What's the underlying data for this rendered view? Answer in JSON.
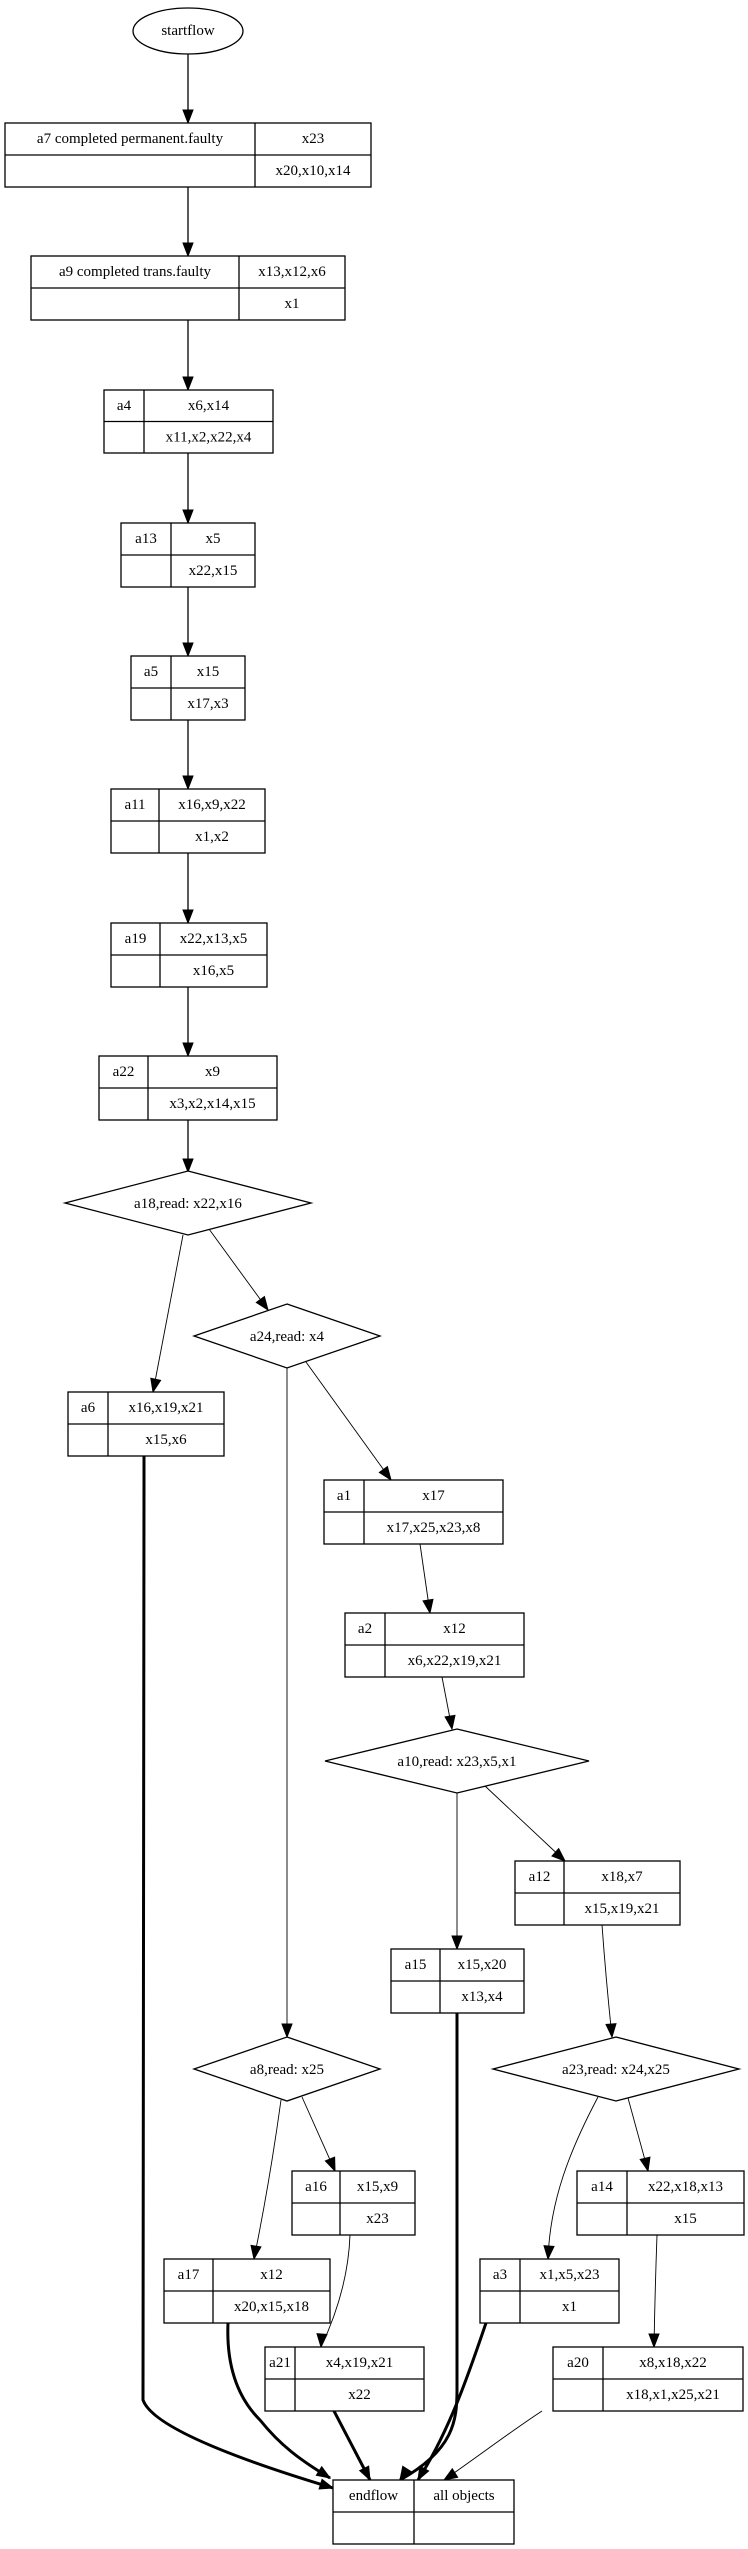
{
  "diagram": {
    "title": "",
    "nodes": [
      {
        "id": "startflow",
        "shape": "ellipse",
        "label": "startflow"
      },
      {
        "id": "a7",
        "shape": "record",
        "name": "a7  completed permanent.faulty",
        "top": "x23",
        "bottom": "x20,x10,x14"
      },
      {
        "id": "a9",
        "shape": "record",
        "name": "a9  completed trans.faulty",
        "top": "x13,x12,x6",
        "bottom": "x1"
      },
      {
        "id": "a4",
        "shape": "record",
        "name": "a4",
        "top": "x6,x14",
        "bottom": "x11,x2,x22,x4"
      },
      {
        "id": "a13",
        "shape": "record",
        "name": "a13",
        "top": "x5",
        "bottom": "x22,x15"
      },
      {
        "id": "a5",
        "shape": "record",
        "name": "a5",
        "top": "x15",
        "bottom": "x17,x3"
      },
      {
        "id": "a11",
        "shape": "record",
        "name": "a11",
        "top": "x16,x9,x22",
        "bottom": "x1,x2"
      },
      {
        "id": "a19",
        "shape": "record",
        "name": "a19",
        "top": "x22,x13,x5",
        "bottom": "x16,x5"
      },
      {
        "id": "a22",
        "shape": "record",
        "name": "a22",
        "top": "x9",
        "bottom": "x3,x2,x14,x15"
      },
      {
        "id": "a18",
        "shape": "diamond",
        "label": "a18,read: x22,x16"
      },
      {
        "id": "a24",
        "shape": "diamond",
        "label": "a24,read: x4"
      },
      {
        "id": "a6",
        "shape": "record",
        "name": "a6",
        "top": "x16,x19,x21",
        "bottom": "x15,x6"
      },
      {
        "id": "a1",
        "shape": "record",
        "name": "a1",
        "top": "x17",
        "bottom": "x17,x25,x23,x8"
      },
      {
        "id": "a2",
        "shape": "record",
        "name": "a2",
        "top": "x12",
        "bottom": "x6,x22,x19,x21"
      },
      {
        "id": "a10",
        "shape": "diamond",
        "label": "a10,read: x23,x5,x1"
      },
      {
        "id": "a12",
        "shape": "record",
        "name": "a12",
        "top": "x18,x7",
        "bottom": "x15,x19,x21"
      },
      {
        "id": "a15",
        "shape": "record",
        "name": "a15",
        "top": "x15,x20",
        "bottom": "x13,x4"
      },
      {
        "id": "a23",
        "shape": "diamond",
        "label": "a23,read: x24,x25"
      },
      {
        "id": "a8",
        "shape": "diamond",
        "label": "a8,read: x25"
      },
      {
        "id": "a16",
        "shape": "record",
        "name": "a16",
        "top": "x15,x9",
        "bottom": "x23"
      },
      {
        "id": "a14",
        "shape": "record",
        "name": "a14",
        "top": "x22,x18,x13",
        "bottom": "x15"
      },
      {
        "id": "a17",
        "shape": "record",
        "name": "a17",
        "top": "x12",
        "bottom": "x20,x15,x18"
      },
      {
        "id": "a3",
        "shape": "record",
        "name": "a3",
        "top": "x1,x5,x23",
        "bottom": "x1"
      },
      {
        "id": "a21",
        "shape": "record",
        "name": "a21",
        "top": "x4,x19,x21",
        "bottom": "x22"
      },
      {
        "id": "a20",
        "shape": "record",
        "name": "a20",
        "top": "x8,x18,x22",
        "bottom": "x18,x1,x25,x21"
      },
      {
        "id": "endflow",
        "shape": "record",
        "name": "endflow",
        "top": "all objects",
        "bottom": ""
      }
    ],
    "edges": [
      {
        "from": "startflow",
        "to": "a7",
        "style": "normal"
      },
      {
        "from": "a7",
        "to": "a9",
        "style": "normal"
      },
      {
        "from": "a9",
        "to": "a4",
        "style": "normal"
      },
      {
        "from": "a4",
        "to": "a13",
        "style": "normal"
      },
      {
        "from": "a13",
        "to": "a5",
        "style": "normal"
      },
      {
        "from": "a5",
        "to": "a11",
        "style": "normal"
      },
      {
        "from": "a11",
        "to": "a19",
        "style": "normal"
      },
      {
        "from": "a19",
        "to": "a22",
        "style": "normal"
      },
      {
        "from": "a22",
        "to": "a18",
        "style": "normal"
      },
      {
        "from": "a18",
        "to": "a6",
        "style": "thin"
      },
      {
        "from": "a18",
        "to": "a24",
        "style": "thin"
      },
      {
        "from": "a24",
        "to": "a1",
        "style": "thin"
      },
      {
        "from": "a24",
        "to": "a8",
        "style": "thin"
      },
      {
        "from": "a1",
        "to": "a2",
        "style": "thin"
      },
      {
        "from": "a2",
        "to": "a10",
        "style": "thin"
      },
      {
        "from": "a10",
        "to": "a15",
        "style": "thin"
      },
      {
        "from": "a10",
        "to": "a12",
        "style": "thin"
      },
      {
        "from": "a12",
        "to": "a23",
        "style": "thin"
      },
      {
        "from": "a23",
        "to": "a3",
        "style": "thin"
      },
      {
        "from": "a23",
        "to": "a14",
        "style": "thin"
      },
      {
        "from": "a14",
        "to": "a20",
        "style": "thin"
      },
      {
        "from": "a8",
        "to": "a17",
        "style": "thin"
      },
      {
        "from": "a8",
        "to": "a16",
        "style": "thin"
      },
      {
        "from": "a16",
        "to": "a21",
        "style": "thin"
      },
      {
        "from": "a6",
        "to": "endflow",
        "style": "bold"
      },
      {
        "from": "a17",
        "to": "endflow",
        "style": "bold"
      },
      {
        "from": "a21",
        "to": "endflow",
        "style": "bold"
      },
      {
        "from": "a15",
        "to": "endflow",
        "style": "bold"
      },
      {
        "from": "a3",
        "to": "endflow",
        "style": "bold"
      },
      {
        "from": "a20",
        "to": "endflow",
        "style": "thin"
      }
    ]
  }
}
